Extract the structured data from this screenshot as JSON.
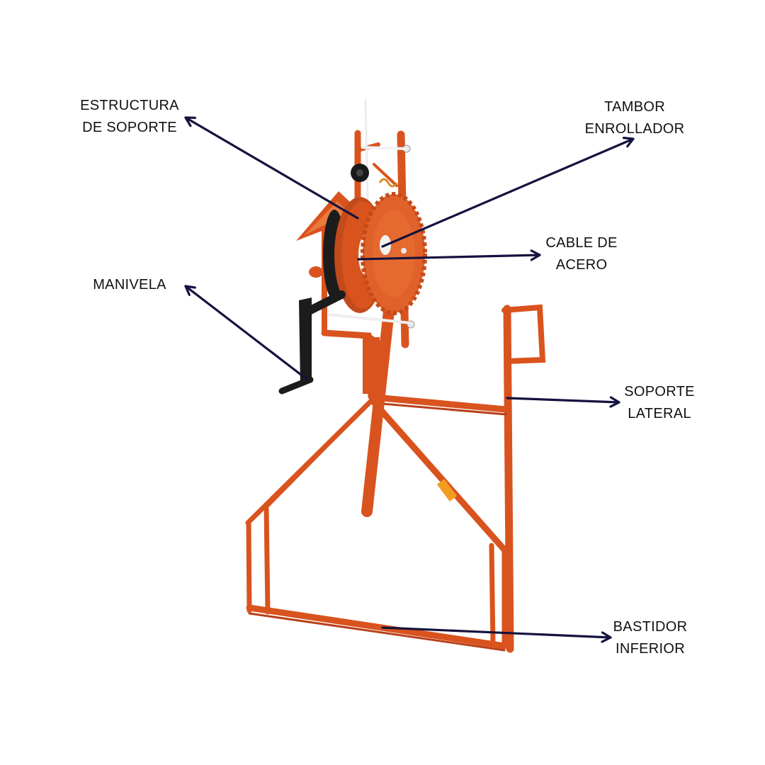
{
  "labels": {
    "support_structure": [
      "ESTRUCTURA",
      "DE SOPORTE"
    ],
    "winding_drum": [
      "TAMBOR",
      "ENROLLADOR"
    ],
    "steel_cable": [
      "CABLE DE",
      "ACERO"
    ],
    "crank": [
      "MANIVELA"
    ],
    "side_support": [
      "SOPORTE",
      "LATERAL"
    ],
    "lower_frame": [
      "BASTIDOR",
      "INFERIOR"
    ]
  },
  "colors": {
    "frame": "#d9531e",
    "frame_shadow": "#b8401a",
    "gear": "#e0622a",
    "crank": "#1c1c1c",
    "arrow": "#14123e",
    "text": "#111111",
    "background": "#ffffff"
  }
}
